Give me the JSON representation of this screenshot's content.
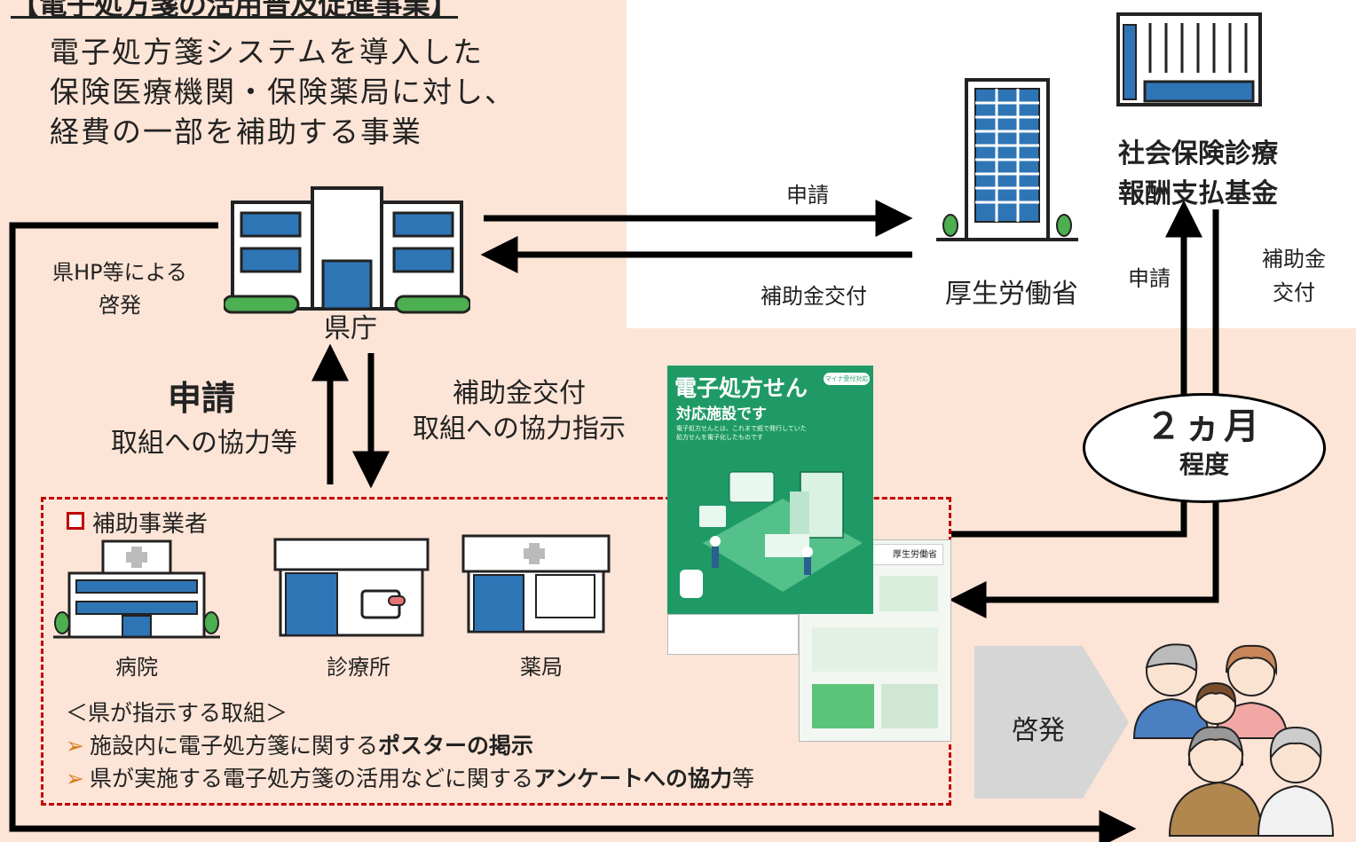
{
  "header": {
    "title": "【電子処方箋の活用普及促進事業】",
    "description_lines": [
      "電子処方箋システムを導入した",
      "保険医療機関・保険薬局に対し、",
      "経費の一部を補助する事業"
    ]
  },
  "nodes": {
    "prefecture": "県庁",
    "mhlw": "厚生労働省",
    "fund_line1": "社会保険診療",
    "fund_line2": "報酬支払基金",
    "hospital": "病院",
    "clinic": "診療所",
    "pharmacy": "薬局"
  },
  "flows": {
    "apply_mhlw": "申請",
    "grant_from_mhlw": "補助金交付",
    "pref_hp_line1": "県HP等による",
    "pref_hp_line2": "啓発",
    "apply_big": "申請",
    "apply_sub": "取組への協力等",
    "grant_pref_line1": "補助金交付",
    "grant_pref_line2": "取組への協力指示",
    "apply_fund": "申請",
    "grant_fund_line1": "補助金",
    "grant_fund_line2": "交付",
    "duration_main": "２ヵ月",
    "duration_sub": "程度",
    "awareness": "啓発"
  },
  "subsidy_box": {
    "label": "補助事業者",
    "instructions_title": "＜県が指示する取組＞",
    "item1_pre": "施設内に電子処方箋に関する",
    "item1_bold": "ポスターの掲示",
    "item2_pre": "県が実施する電子処方箋の活用などに関する",
    "item2_bold": "アンケートへの協力",
    "item2_post": "等",
    "bullet_glyph": "➢"
  },
  "poster": {
    "title": "電子処方せん",
    "subtitle": "対応施設です",
    "badge": "マイナ受付対応中",
    "body": "電子処方せんとは、これまで紙で発行していた処方せんを電子化したものです",
    "ministry_logo": "厚生労働省"
  },
  "colors": {
    "background": "#fce4d6",
    "panel": "#ffffff",
    "dashed_border": "#c00000",
    "bullet_arrow": "#d97a1b",
    "poster_green": "#1f9a66",
    "building_blue": "#2e75b6",
    "roof_green": "#4caf50"
  }
}
